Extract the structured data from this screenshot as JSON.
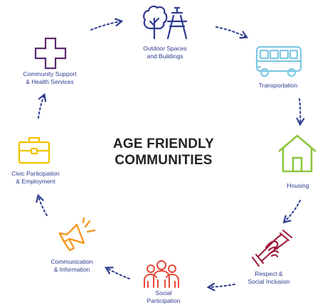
{
  "title": {
    "line1": "AGE FRIENDLY",
    "line2": "COMMUNITIES"
  },
  "colors": {
    "title": "#222222",
    "arrow": "#2d3a8c",
    "outdoor": "#2e3a8f",
    "transport": "#7ec8e3",
    "housing": "#8dc63f",
    "respect": "#9b1d3a",
    "social": "#e8463a",
    "communication": "#f7941d",
    "civic": "#f2c200",
    "health": "#5b2a6e"
  },
  "domains": [
    {
      "id": "outdoor",
      "line1": "Outdoor Spaces",
      "line2": "and Buildings",
      "icon": "tree-picnic-table-icon"
    },
    {
      "id": "transport",
      "line1": "Transportation",
      "line2": "",
      "icon": "bus-icon"
    },
    {
      "id": "housing",
      "line1": "Housing",
      "line2": "",
      "icon": "house-icon"
    },
    {
      "id": "respect",
      "line1": "Respect &",
      "line2": "Social Inclusion",
      "icon": "handshake-icon"
    },
    {
      "id": "social",
      "line1": "Social",
      "line2": "Participation",
      "icon": "people-group-icon"
    },
    {
      "id": "communication",
      "line1": "Communication",
      "line2": "& Information",
      "icon": "megaphone-icon"
    },
    {
      "id": "civic",
      "line1": "Civic Participation",
      "line2": "& Employment",
      "icon": "briefcase-icon"
    },
    {
      "id": "health",
      "line1": "Community Support",
      "line2": "& Health Services",
      "icon": "medical-cross-icon"
    }
  ]
}
